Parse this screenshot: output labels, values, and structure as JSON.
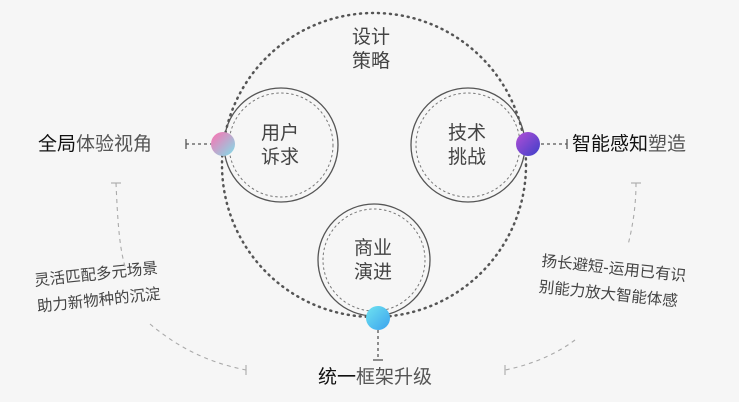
{
  "center": {
    "top_title": [
      "设计",
      "策略"
    ],
    "left_circle": [
      "用户",
      "诉求"
    ],
    "right_circle": [
      "技术",
      "挑战"
    ],
    "bottom_circle": [
      "商业",
      "演进"
    ]
  },
  "outer_labels": {
    "left": {
      "strong": "全局",
      "light": "体验视角"
    },
    "right": {
      "strong": "智能感知",
      "light": "塑造"
    },
    "bottom": {
      "strong": "统一",
      "light": "框架升级"
    }
  },
  "notes": {
    "left": [
      "灵活匹配多元场景",
      "助力新物种的沉淀"
    ],
    "right": [
      "扬长避短-运用已有识",
      "别能力放大智能体感"
    ]
  },
  "colors": {
    "background": "#f6f6f6",
    "line": "#555555",
    "dot_left": "#f06aa6",
    "dot_right": "#6f3fd0",
    "dot_bottom": "#4fc4ee"
  }
}
